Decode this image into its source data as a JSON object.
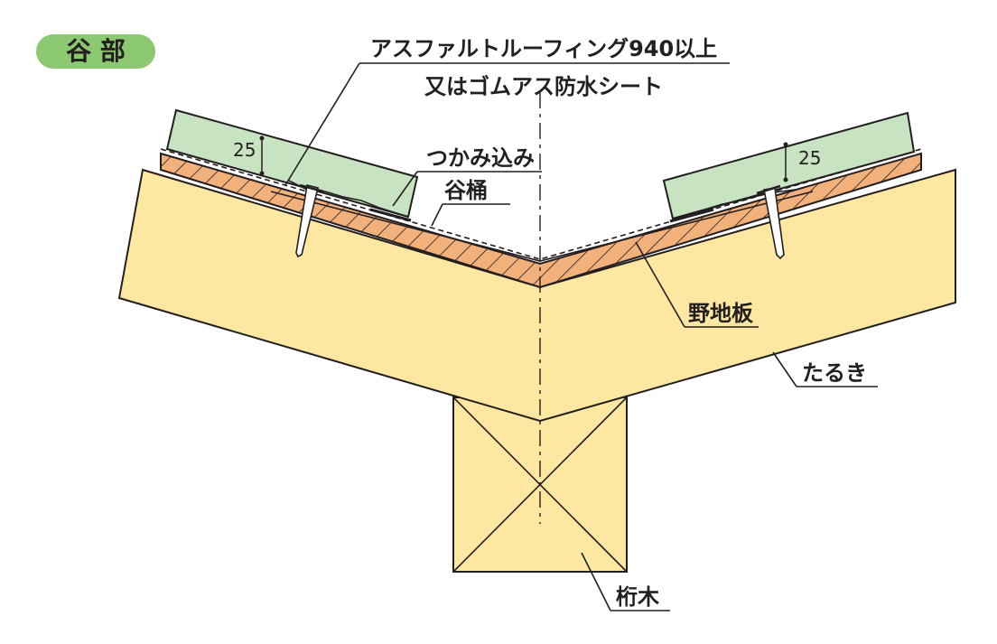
{
  "title": "谷 部",
  "labels": {
    "roofing_line1": "アスファルトルーフィング940以上",
    "roofing_line2": "又はゴムアス防水シート",
    "tsukami": "つかみ込み",
    "tanitoi": "谷桶",
    "nojiita": "野地板",
    "taruki": "たるき",
    "ketagi": "桁木"
  },
  "dimensions": {
    "left_thickness": "25",
    "right_thickness": "25"
  },
  "colors": {
    "title_bg": "#8cc870",
    "tile": "#c7e3c2",
    "sheathing": "#f2b07b",
    "timber": "#fde7a1",
    "line": "#231f20"
  }
}
